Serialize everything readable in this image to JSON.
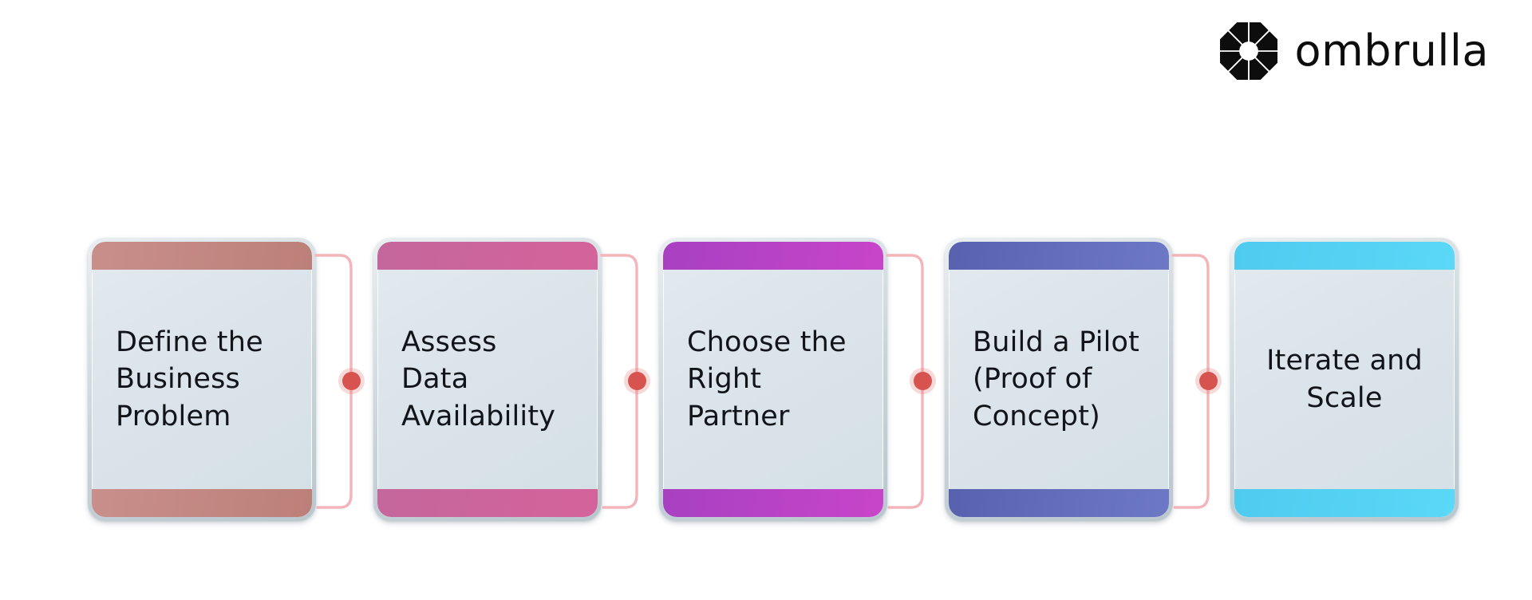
{
  "brand": {
    "name": "ombrulla",
    "logo_icon": "octagon-umbrella-icon",
    "logo_color": "#0d0d0d"
  },
  "diagram": {
    "type": "horizontal-process-flow",
    "background": "#ffffff",
    "card_body_color": "#dce5eb",
    "card_border_color": "#c2ced5",
    "connector_line_color": "#f3b5b9",
    "connector_dot_color": "#d6534f",
    "steps": [
      {
        "index": 1,
        "title": "Define the\nBusiness\nProblem",
        "accent_from": "#c98f8b",
        "accent_to": "#bc8079",
        "align": "left"
      },
      {
        "index": 2,
        "title": "Assess\nData\nAvailability",
        "accent_from": "#c4679c",
        "accent_to": "#d4639b",
        "align": "left"
      },
      {
        "index": 3,
        "title": "Choose the\nRight\nPartner",
        "accent_from": "#a840c2",
        "accent_to": "#c845c9",
        "align": "left"
      },
      {
        "index": 4,
        "title": "Build a Pilot\n(Proof of\nConcept)",
        "accent_from": "#5861ae",
        "accent_to": "#6e79c6",
        "align": "left"
      },
      {
        "index": 5,
        "title": "Iterate and\nScale",
        "accent_from": "#4ecbef",
        "accent_to": "#5bd8f7",
        "align": "center"
      }
    ],
    "connectors": [
      {
        "from": 1,
        "to": 2
      },
      {
        "from": 2,
        "to": 3
      },
      {
        "from": 3,
        "to": 4
      },
      {
        "from": 4,
        "to": 5
      }
    ]
  }
}
